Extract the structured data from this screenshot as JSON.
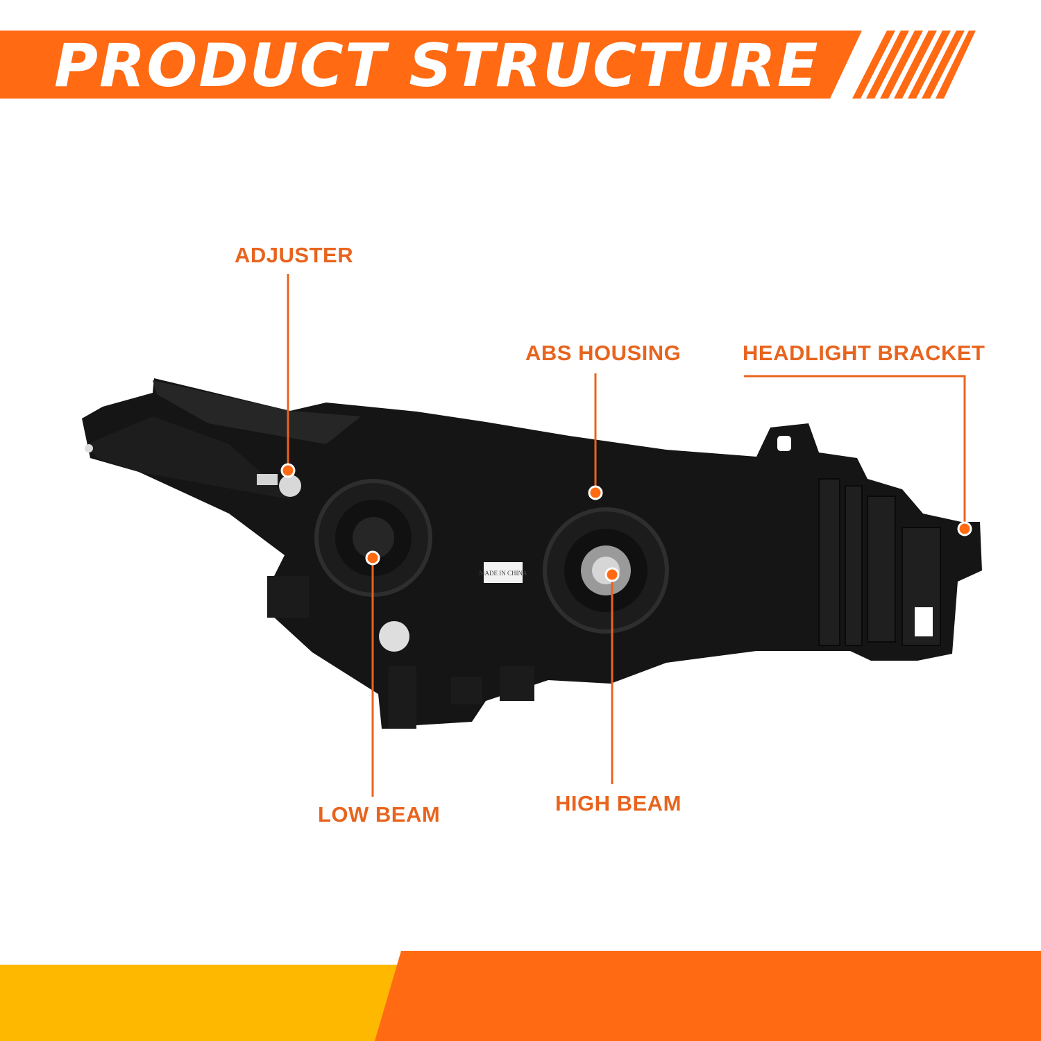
{
  "header": {
    "title": "PRODUCT STRUCTURE"
  },
  "product": {
    "stamp_text": "MADE IN CHINA"
  },
  "callouts": {
    "adjuster": "ADJUSTER",
    "abs_housing": "ABS HOUSING",
    "headlight_bracket": "HEADLIGHT BRACKET",
    "low_beam": "LOW BEAM",
    "high_beam": "HIGH BEAM"
  },
  "colors": {
    "accent_orange": "#FF6A13",
    "footer_yellow": "#FFB800",
    "label_orange": "#E8641E",
    "housing_black": "#151515"
  }
}
